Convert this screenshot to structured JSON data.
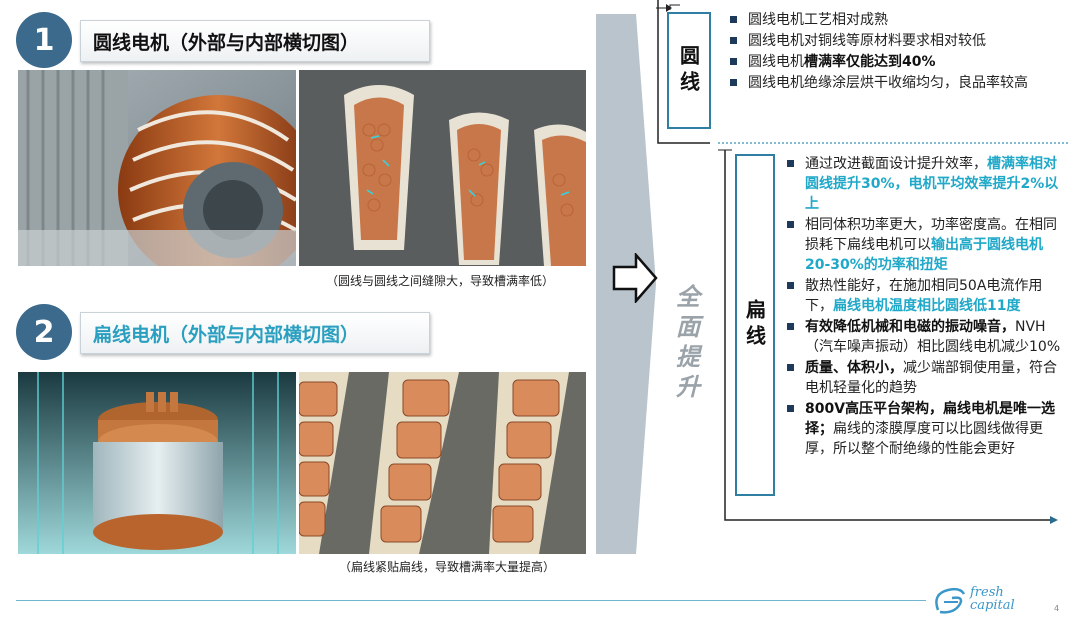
{
  "section1": {
    "number": "1",
    "title": "圆线电机（外部与内部横切图）",
    "caption": "（圆线与圆线之间缝隙大，导致槽满率低）"
  },
  "section2": {
    "number": "2",
    "title": "扁线电机（外部与内部横切图）",
    "caption": "（扁线紧贴扁线，导致槽满率大量提高）"
  },
  "middle": {
    "vertical_text": [
      "全",
      "面",
      "提",
      "升"
    ]
  },
  "round_wire": {
    "label": "圆线",
    "bullets": [
      [
        "圆线电机工艺相对成熟"
      ],
      [
        "圆线电机对铜线等原材料要求相对较低"
      ],
      [
        "圆线电机",
        "槽满率仅能达到40%"
      ],
      [
        "圆线电机绝缘涂层烘干收缩均匀，良品率较高"
      ]
    ]
  },
  "flat_wire": {
    "label": "扁线",
    "bullets": [
      [
        "通过改进截面设计提升效率，",
        "槽满率相对圆线提升30%，电机平均效率提升2%以上"
      ],
      [
        "相同体积功率更大，功率密度高。在相同损耗下扁线电机可以",
        "输出高于圆线电机20-30%的功率和扭矩"
      ],
      [
        "散热性能好，在施加相同50A电流作用下，",
        "扁线电机温度相比圆线低11度"
      ],
      [
        "有效降低机械和电磁的振动噪音，",
        "NVH（汽车噪声振动）相比圆线电机减少10%"
      ],
      [
        "质量、体积小，",
        "减少端部铜使用量，符合电机轻量化的趋势"
      ],
      [
        "800V高压平台架构，扁线电机是唯一选择；",
        "扁线的漆膜厚度可以比圆线做得更厚，所以整个耐绝缘的性能会更好"
      ]
    ]
  },
  "footer": {
    "logo_line1": "fresh",
    "logo_line2": "capital",
    "page_number": "4"
  },
  "colors": {
    "accent_teal": "#1fa8c8",
    "badge_blue": "#3b6a8c",
    "box_border": "#2e7fa2"
  }
}
